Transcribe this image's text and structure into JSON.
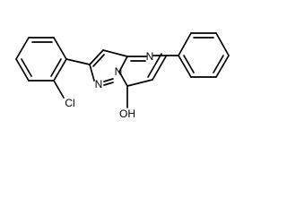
{
  "molecule": {
    "atoms": {
      "nitrogen_top": "N",
      "nitrogen_bridge": "N",
      "nitrogen_left": "N",
      "chlorine": "Cl",
      "hydroxyl": "OH"
    }
  },
  "colors": {
    "bond": "#000000",
    "label": "#000000",
    "background": "#ffffff"
  }
}
